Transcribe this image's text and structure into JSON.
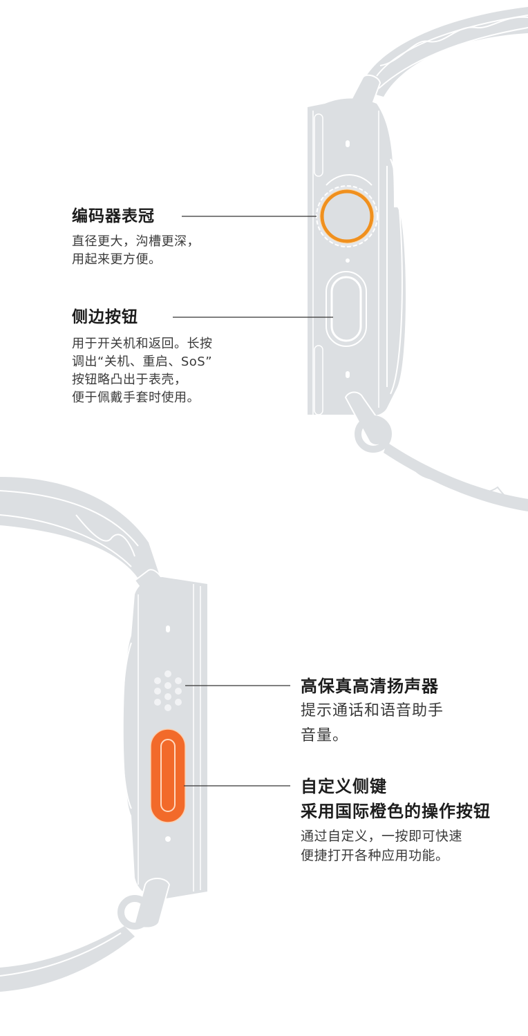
{
  "colors": {
    "background": "#ffffff",
    "watch_body": "#dcdfe2",
    "outline": "#ffffff",
    "crown_ring": "#f0901e",
    "action_button": "#f26a2a",
    "callout_line": "#333333",
    "text_primary": "#1c1c1c",
    "text_secondary": "#3a3a3a"
  },
  "callouts": {
    "crown": {
      "title": "编码器表冠",
      "desc": [
        "直径更大，沟槽更深，",
        "用起来更方便。"
      ]
    },
    "side_button": {
      "title": "侧边按钮",
      "desc": [
        "用于开关机和返回。长按",
        "调出“关机、重启、SoS”",
        "按钮略凸出于表壳，",
        "便于佩戴手套时使用。"
      ]
    },
    "speaker": {
      "title": "高保真高清扬声器",
      "desc": [
        "提示通话和语音助手",
        "音量。"
      ]
    },
    "action_button": {
      "title": [
        "自定义侧键",
        "采用国际橙色的操作按钮"
      ],
      "desc": [
        "通过自定义，一按即可快速",
        "便捷打开各种应用功能。"
      ]
    }
  },
  "icons": {
    "top_watch": "watch-side-view-crown",
    "bottom_watch": "watch-side-view-action-button"
  }
}
